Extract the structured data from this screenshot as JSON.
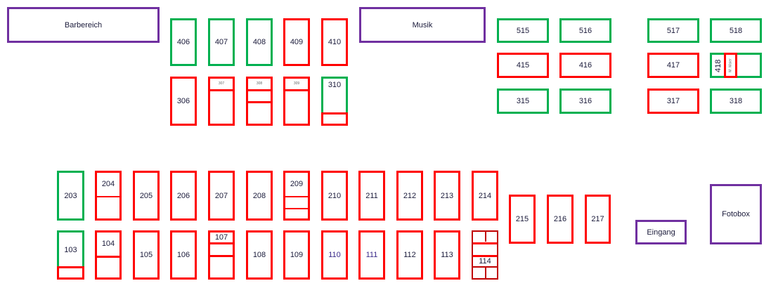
{
  "colors": {
    "reserved": "#ff0000",
    "free": "#00b050",
    "area": "#7030a0"
  },
  "areas": {
    "barbereich": "Barbereich",
    "musik": "Musik",
    "eingang": "Eingang",
    "fotobox": "Fotobox"
  },
  "tables": {
    "t406": "406",
    "t407": "407",
    "t408": "408",
    "t409": "409",
    "t410": "410",
    "t306": "306",
    "t307": "307",
    "t308": "308",
    "t309": "309",
    "t310": "310",
    "t515": "515",
    "t516": "516",
    "t517": "517",
    "t518": "518",
    "t415": "415",
    "t416": "416",
    "t417": "417",
    "t418": "418",
    "t418_name": "M. Maier",
    "t315": "315",
    "t316": "316",
    "t317": "317",
    "t318": "318",
    "t203": "203",
    "t204": "204",
    "t205": "205",
    "t206": "206",
    "t207": "207",
    "t208": "208",
    "t209": "209",
    "t210": "210",
    "t211": "211",
    "t212": "212",
    "t213": "213",
    "t214": "214",
    "t215": "215",
    "t216": "216",
    "t217": "217",
    "t103": "103",
    "t104": "104",
    "t105": "105",
    "t106": "106",
    "t107": "107",
    "t108": "108",
    "t109": "109",
    "t110": "110",
    "t111": "111",
    "t112": "112",
    "t113": "113",
    "t114": "114"
  }
}
